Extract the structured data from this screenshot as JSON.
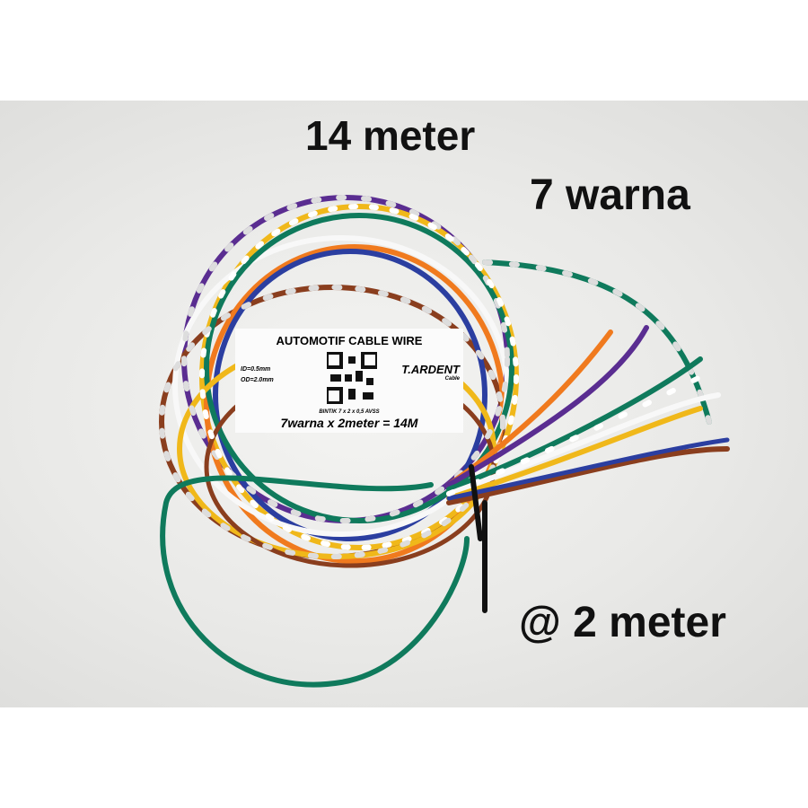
{
  "captions": {
    "total_length": "14 meter",
    "colors": "7 warna",
    "per_color": "@ 2 meter"
  },
  "label": {
    "title": "AUTOMOTIF CABLE WIRE",
    "id_spec": "ID=0.5mm",
    "od_spec": "OD=2.0mm",
    "brand": "T.ARDENT",
    "brand_sub": "Cable",
    "bintik": "BINTIK 7 x 2 x 0,5 AVSS",
    "summary": "7warna x 2meter = 14M"
  },
  "wire_colors": [
    "#5a2d91",
    "#0f7a5c",
    "#f0b81a",
    "#f07a1e",
    "#8a3e1e",
    "#2b3ea0",
    "#f5f5f5"
  ]
}
